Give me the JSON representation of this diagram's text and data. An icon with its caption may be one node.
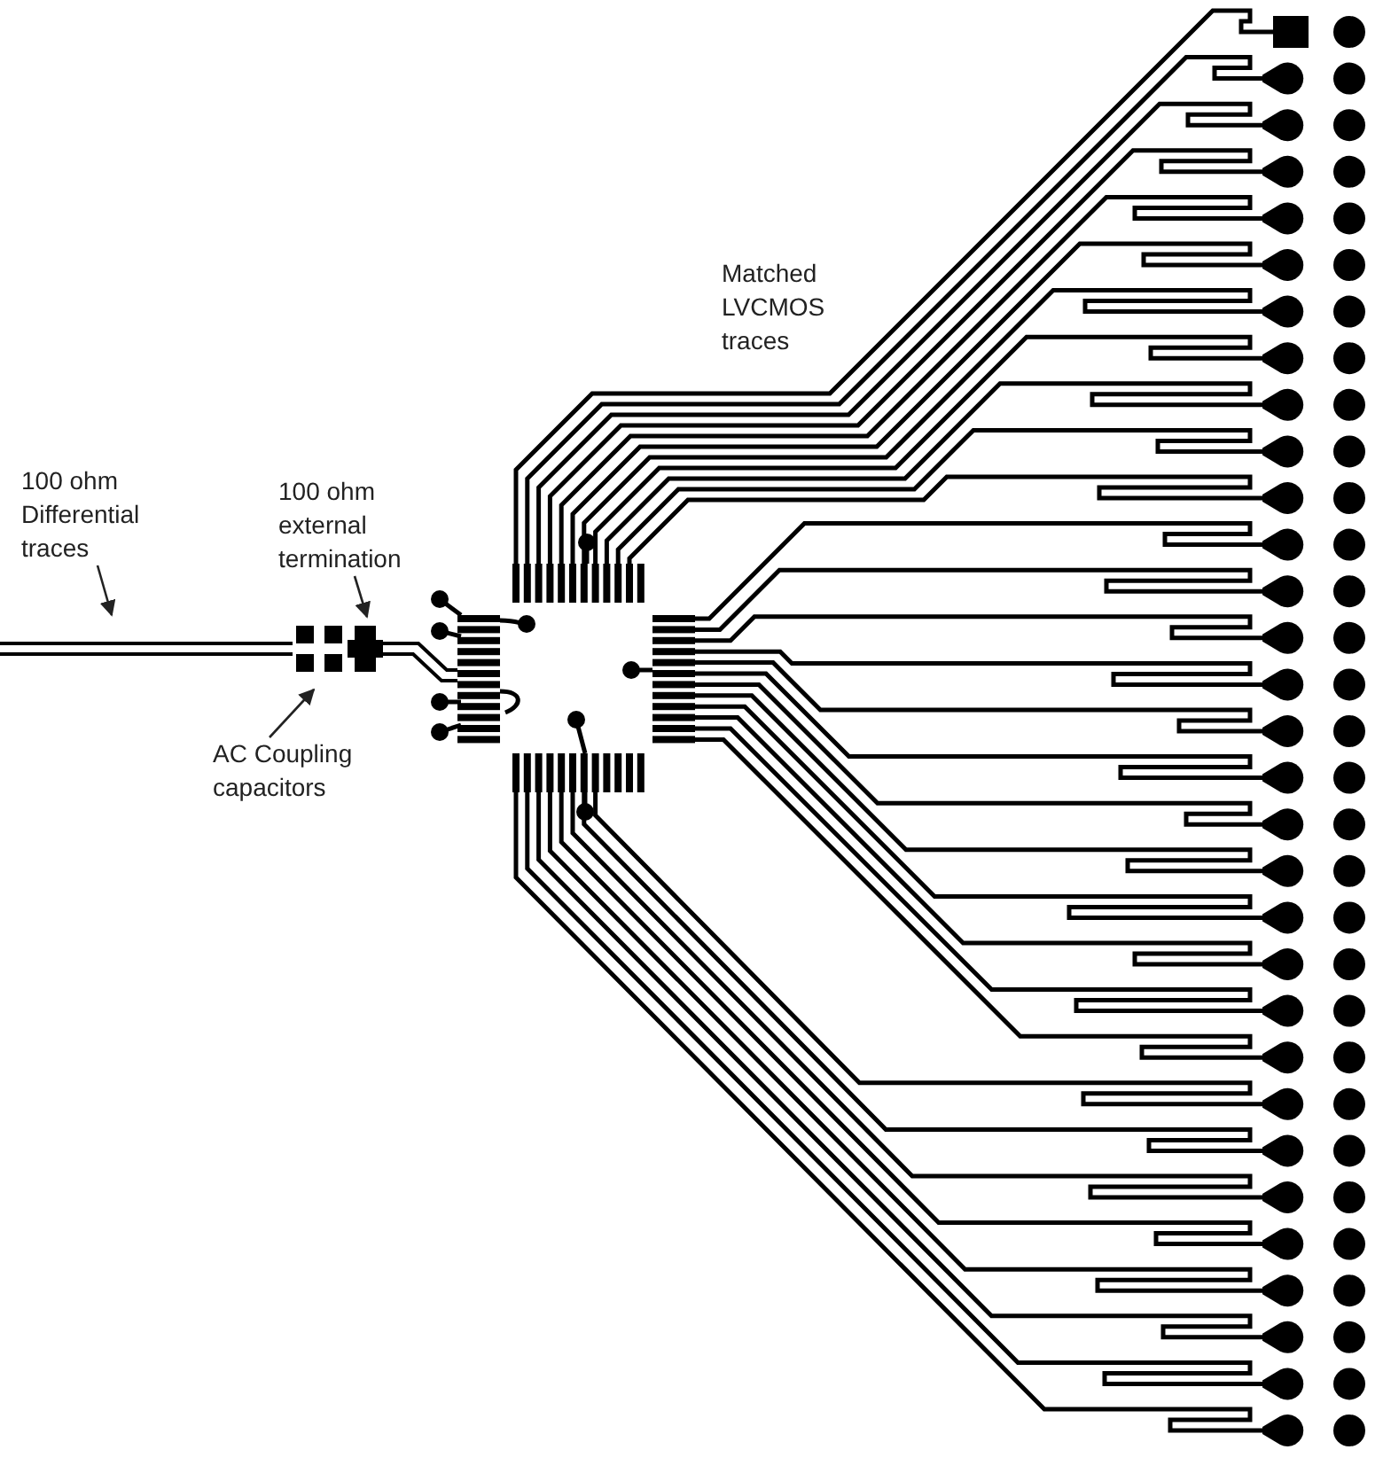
{
  "diagram": {
    "nodes": [
      {
        "text": [
          "100 ohm Differential traces"
        ]
      },
      {
        "text": [
          "100 ohm external termination"
        ]
      },
      {
        "text": [
          "AC Coupling capacitors"
        ]
      }
    ],
    "edges": [
      {
        "from": 0,
        "to": null,
        "arrow": "to"
      },
      {
        "from": 1,
        "to": null,
        "arrow": "to"
      },
      {
        "from": 2,
        "to": null,
        "arrow": "to"
      }
    ],
    "labels": [
      "Matched LVCMOS traces"
    ]
  }
}
